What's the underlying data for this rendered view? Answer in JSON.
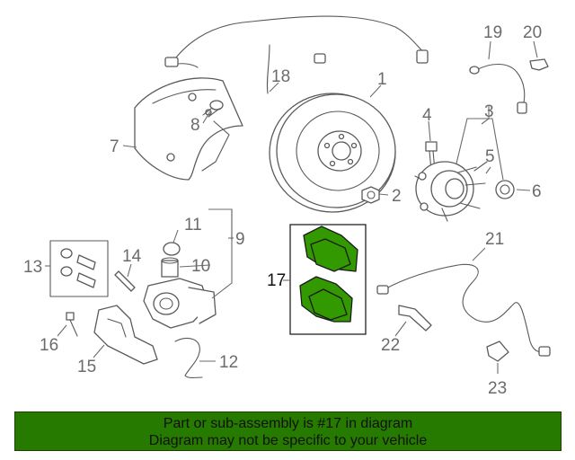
{
  "colors": {
    "highlight": "#339900",
    "banner_bg": "#267a00",
    "lines": "#5a5a5a",
    "labels": "#6b6b6b"
  },
  "callouts": {
    "c1": "1",
    "c2": "2",
    "c3": "3",
    "c4": "4",
    "c5": "5",
    "c6": "6",
    "c7": "7",
    "c8": "8",
    "c9": "9",
    "c10": "10",
    "c11": "11",
    "c12": "12",
    "c13": "13",
    "c14": "14",
    "c15": "15",
    "c16": "16",
    "c17": "17",
    "c18": "18",
    "c19": "19",
    "c20": "20",
    "c21": "21",
    "c22": "22",
    "c23": "23"
  },
  "highlighted_part": "brake-pads",
  "banner": {
    "line1": "Part or sub-assembly is #17 in diagram",
    "line2": "Diagram may not be specific to your vehicle"
  }
}
